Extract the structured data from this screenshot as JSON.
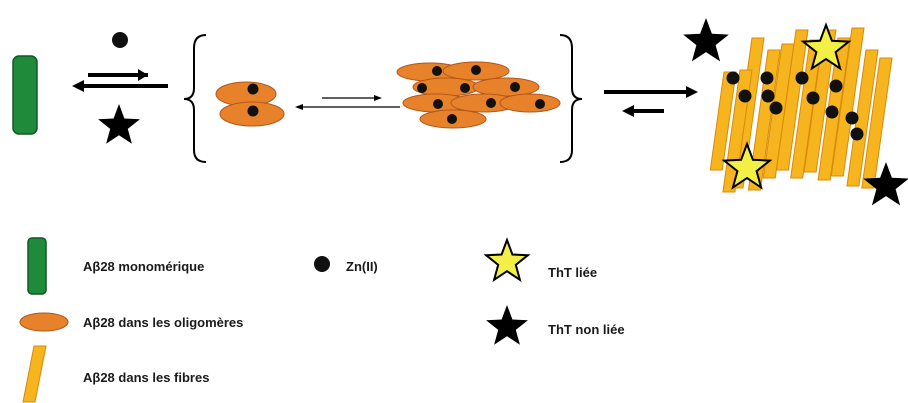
{
  "colors": {
    "monomer": "#1e8a3a",
    "monomer_edge": "#0f5a22",
    "oligomer": "#e8822a",
    "oligomer_edge": "#b3561a",
    "fibre": "#f6b41e",
    "fibre_edge": "#d98a0a",
    "zinc": "#111111",
    "tht_bound": "#f2ef45",
    "tht_unbound": "#000000"
  },
  "icons": {
    "monomer": "green-rounded-rectangle",
    "oligomer": "orange-ellipse",
    "fibre": "yellow-slanted-bar",
    "zinc": "black-dot",
    "tht_bound": "yellow-star",
    "tht_unbound": "black-star"
  },
  "legend": {
    "monomer_label": "Aβ28 monomérique",
    "oligomer_label": "Aβ28 dans les oligomères",
    "fibre_label": "Aβ28 dans les fibres",
    "zinc_label": "Zn(II)",
    "tht_bound_label": "ThT liée",
    "tht_unbound_label": "ThT non liée"
  }
}
